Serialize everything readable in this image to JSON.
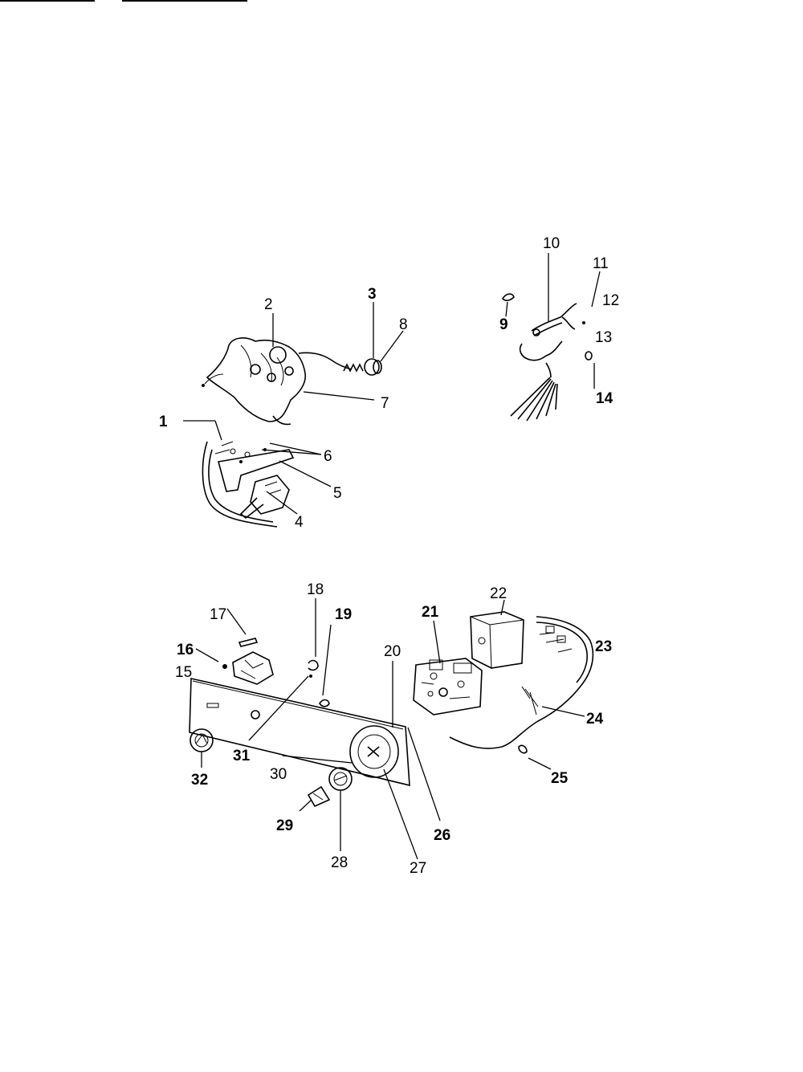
{
  "callouts": {
    "c1": "1",
    "c2": "2",
    "c3": "3",
    "c4": "4",
    "c5": "5",
    "c6": "6",
    "c7": "7",
    "c8": "8",
    "c9": "9",
    "c10": "10",
    "c11": "11",
    "c12": "12",
    "c13": "13",
    "c14": "14",
    "c15": "15",
    "c16": "16",
    "c17": "17",
    "c18": "18",
    "c19": "19",
    "c20": "20",
    "c21": "21",
    "c22": "22",
    "c23": "23",
    "c24": "24",
    "c25": "25",
    "c26": "26",
    "c27": "27",
    "c28": "28",
    "c29": "29",
    "c30": "30",
    "c31": "31",
    "c32": "32"
  }
}
